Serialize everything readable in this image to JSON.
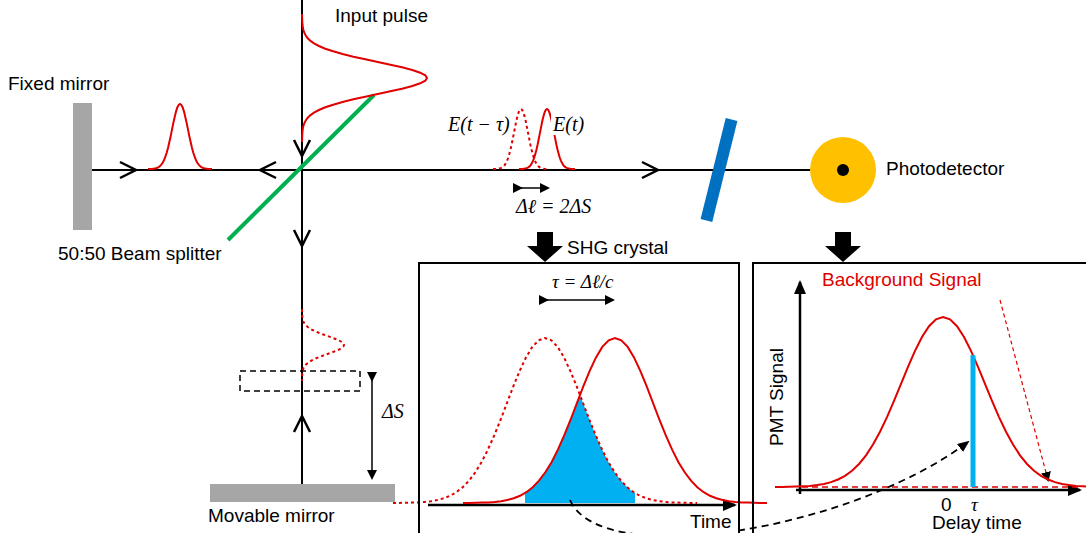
{
  "diagram": {
    "nodes": [
      {
        "text": [
          "τ = Δℓ/c",
          "Time"
        ]
      },
      {
        "text": [
          "PMT Signal",
          "Background Signal",
          "0",
          "τ",
          "Delay time"
        ]
      }
    ],
    "edges": [
      {
        "from": 0,
        "to": 1,
        "arrow": "to"
      }
    ],
    "labels": [
      "Input pulse",
      "Fixed mirror",
      "E(t − τ)",
      "E(t)",
      "Δℓ = 2ΔS",
      "Photodetector",
      "50:50 Beam splitter",
      "SHG crystal",
      "ΔS",
      "Movable mirror"
    ]
  }
}
